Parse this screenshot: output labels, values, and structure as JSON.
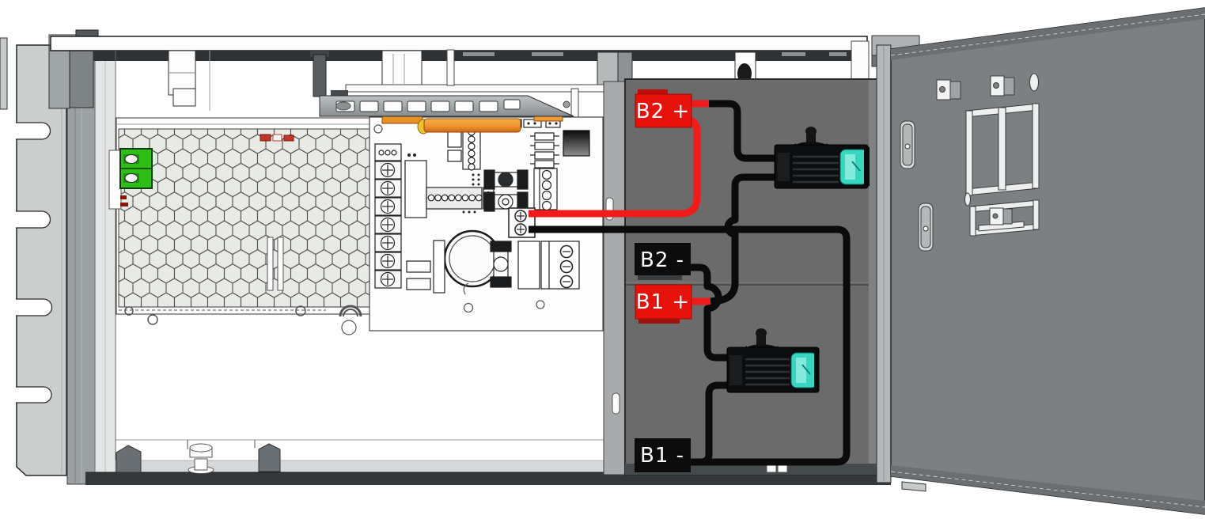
{
  "diagram": {
    "subject": "Enclosure battery wiring diagram with open door",
    "labels": {
      "b2_plus": "B2 +",
      "b2_minus": "B2 -",
      "b1_plus": "B1 +",
      "b1_minus": "B1 -"
    },
    "legend": {
      "positive_label_color": "#e8120c",
      "negative_label_color": "#0c0c0c",
      "positive_wire_color": "#f21b1b",
      "negative_wire_color": "#0b0b0b",
      "fuse_element_color": "#3fd9c0",
      "terminal_block_color": "#2fbe17",
      "wiring_duct_color": "#ef9c37"
    },
    "components": {
      "enclosure": "rack enclosure, door open right",
      "power_supply": "power supply with hexagonal vent grille",
      "circuit_board": "controller PCB with terminal blocks",
      "battery_compartment": "two-bay battery compartment",
      "fuses": "2 inline blade fuse holders",
      "wires": "red positive and black negative battery leads"
    }
  }
}
